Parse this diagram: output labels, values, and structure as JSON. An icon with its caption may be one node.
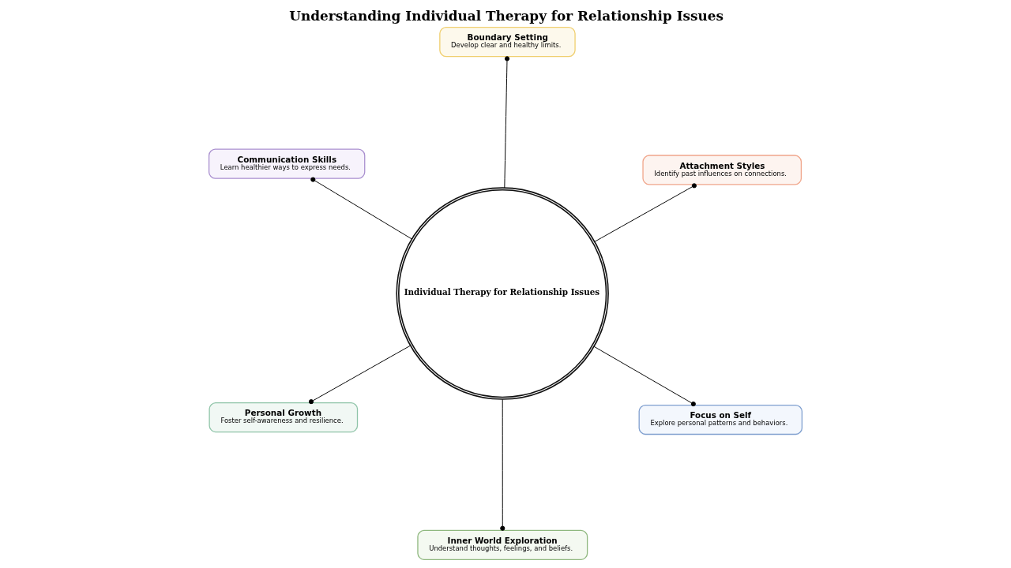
{
  "diagram": {
    "title": "Understanding Individual Therapy for Relationship Issues",
    "nodes": [
      {
        "text": [
          "Individual Therapy for Relationship Issues"
        ]
      },
      {
        "text": [
          "Focus on Self",
          "Explore personal patterns and behaviors."
        ]
      },
      {
        "text": [
          "Inner World Exploration",
          "Understand thoughts, feelings, and beliefs."
        ]
      },
      {
        "text": [
          "Communication Skills",
          "Learn healthier ways to express needs."
        ]
      },
      {
        "text": [
          "Attachment Styles",
          "Identify past influences on connections."
        ]
      },
      {
        "text": [
          "Boundary Setting",
          "Develop clear and healthy limits."
        ]
      },
      {
        "text": [
          "Personal Growth",
          "Foster self-awareness and resilience."
        ]
      }
    ],
    "edges": [
      {
        "from": 0,
        "to": 1,
        "arrow": "other"
      },
      {
        "from": 0,
        "to": 2,
        "arrow": "other"
      },
      {
        "from": 0,
        "to": 3,
        "arrow": "other"
      },
      {
        "from": 0,
        "to": 4,
        "arrow": "other"
      },
      {
        "from": 0,
        "to": 5,
        "arrow": "other"
      },
      {
        "from": 0,
        "to": 6,
        "arrow": "other"
      }
    ]
  }
}
